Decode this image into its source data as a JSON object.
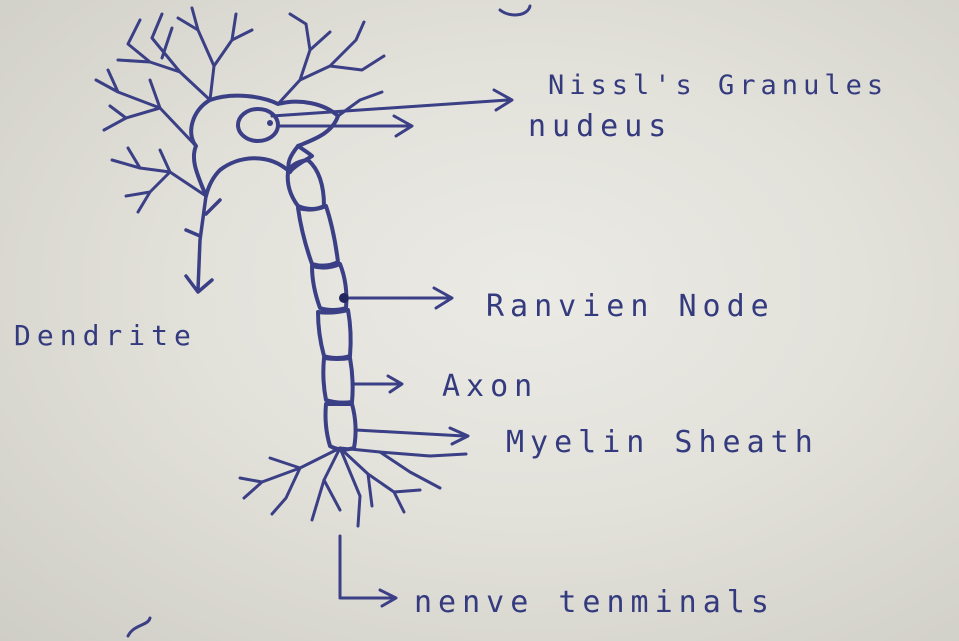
{
  "diagram": {
    "labels": {
      "nissl": "Nissl's Granules",
      "nucleus": "nudeus",
      "ranvier": "Ranvien Node",
      "dendrite": "Dendrite",
      "axon": "Axon",
      "myelin": "Myelin Sheath",
      "terminal": "nenve tenminals"
    },
    "ink_color": "#3b3f86"
  }
}
